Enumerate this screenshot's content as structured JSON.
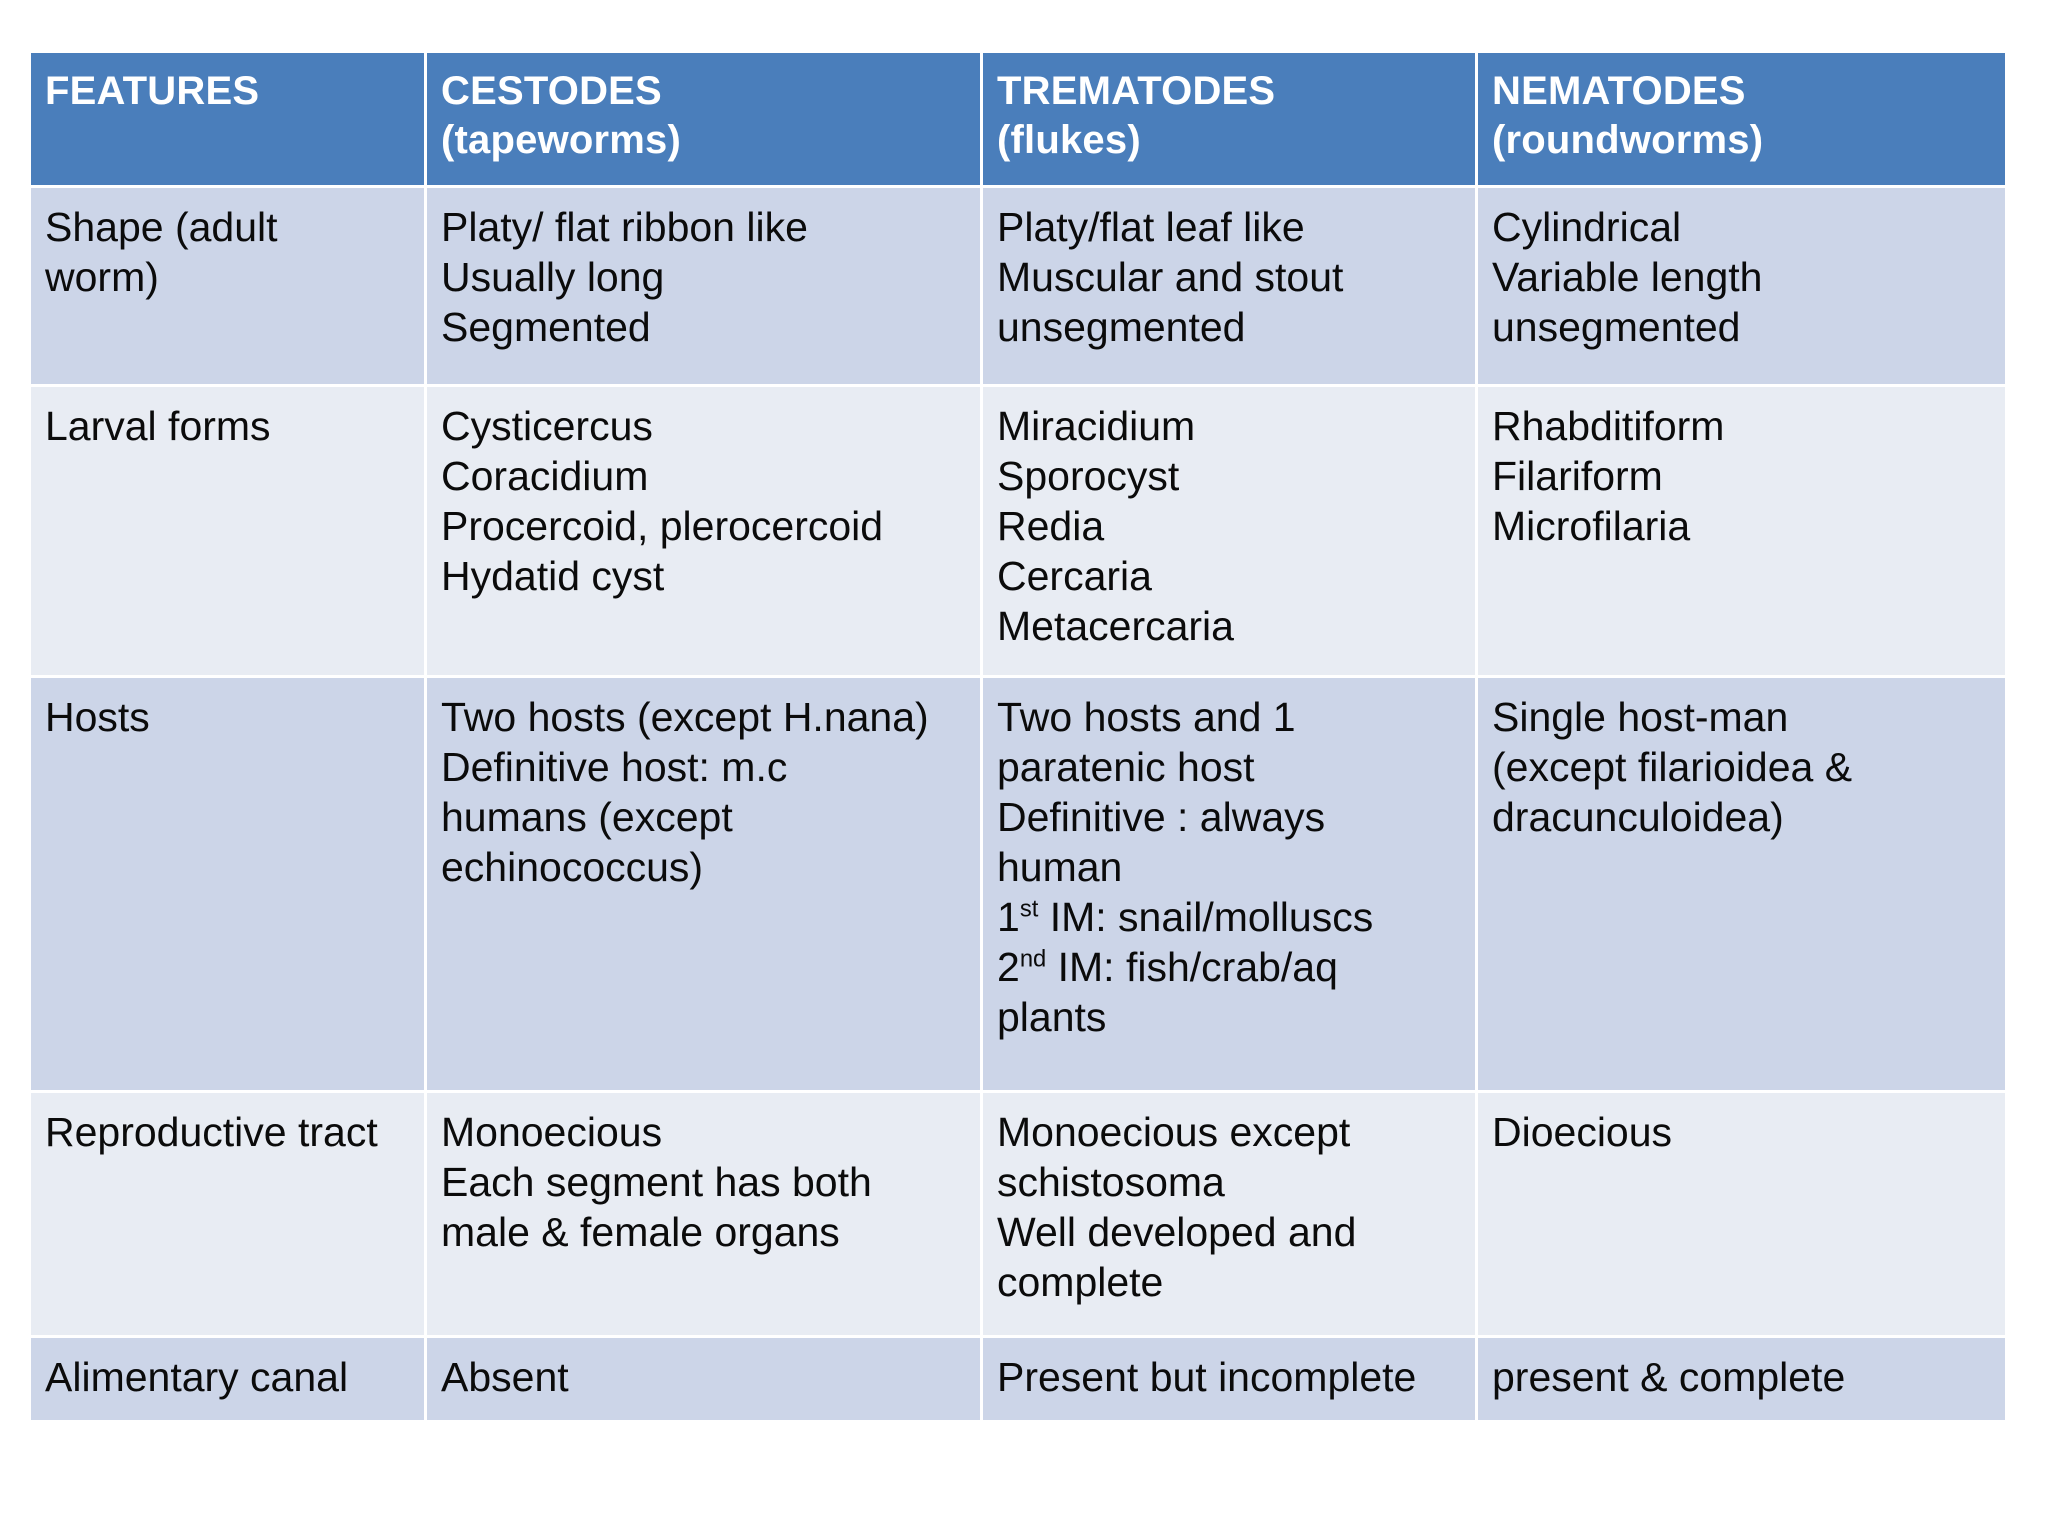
{
  "table": {
    "columns": [
      {
        "title": "FEATURES",
        "subtitle": ""
      },
      {
        "title": "CESTODES",
        "subtitle": "(tapeworms)"
      },
      {
        "title": "TREMATODES",
        "subtitle": "(flukes)"
      },
      {
        "title": "NEMATODES",
        "subtitle": "(roundworms)"
      }
    ],
    "rows": [
      {
        "feature": [
          "Shape (adult",
          "worm)"
        ],
        "cestodes": [
          "Platy/ flat ribbon like",
          "Usually long",
          "Segmented"
        ],
        "trematodes": [
          "Platy/flat leaf like",
          "Muscular and stout",
          "unsegmented"
        ],
        "nematodes": [
          "Cylindrical",
          "Variable length",
          "unsegmented"
        ]
      },
      {
        "feature": [
          "Larval forms"
        ],
        "cestodes": [
          "Cysticercus",
          "Coracidium",
          "Procercoid, plerocercoid",
          "Hydatid cyst"
        ],
        "trematodes": [
          "Miracidium",
          "Sporocyst",
          "Redia",
          "Cercaria",
          "Metacercaria"
        ],
        "nematodes": [
          "Rhabditiform",
          "Filariform",
          "Microfilaria"
        ]
      },
      {
        "feature": [
          "Hosts"
        ],
        "cestodes": [
          "Two hosts (except H.nana)",
          "Definitive host: m.c",
          "humans (except",
          "echinococcus)"
        ],
        "trematodes": [
          "Two hosts and 1",
          "paratenic host",
          "Definitive : always",
          "human",
          "1st IM: snail/molluscs",
          "2nd IM: fish/crab/aq",
          "plants"
        ],
        "trematodes_sup": [
          {
            "text": "1",
            "sup": "st",
            "rest": " IM: snail/molluscs"
          },
          {
            "text": "2",
            "sup": "nd",
            "rest": " IM: fish/crab/aq"
          }
        ],
        "nematodes": [
          "Single host-man",
          "(except filarioidea &",
          "dracunculoidea)"
        ]
      },
      {
        "feature": [
          "Reproductive tract"
        ],
        "cestodes": [
          "Monoecious",
          "Each segment has both",
          "male & female organs"
        ],
        "trematodes": [
          "Monoecious except",
          "schistosoma",
          "Well developed and",
          "complete"
        ],
        "nematodes": [
          "Dioecious"
        ]
      },
      {
        "feature": [
          "Alimentary canal"
        ],
        "cestodes": [
          "Absent"
        ],
        "trematodes": [
          "Present but incomplete"
        ],
        "nematodes": [
          "present & complete"
        ]
      }
    ]
  },
  "colors": {
    "header_background": "#4a7ebb",
    "header_text": "#ffffff",
    "row_shade_dark": "#ccd5e8",
    "row_shade_light": "#e8ecf3",
    "body_text": "#0b0b0b",
    "page_background": "#ffffff"
  }
}
